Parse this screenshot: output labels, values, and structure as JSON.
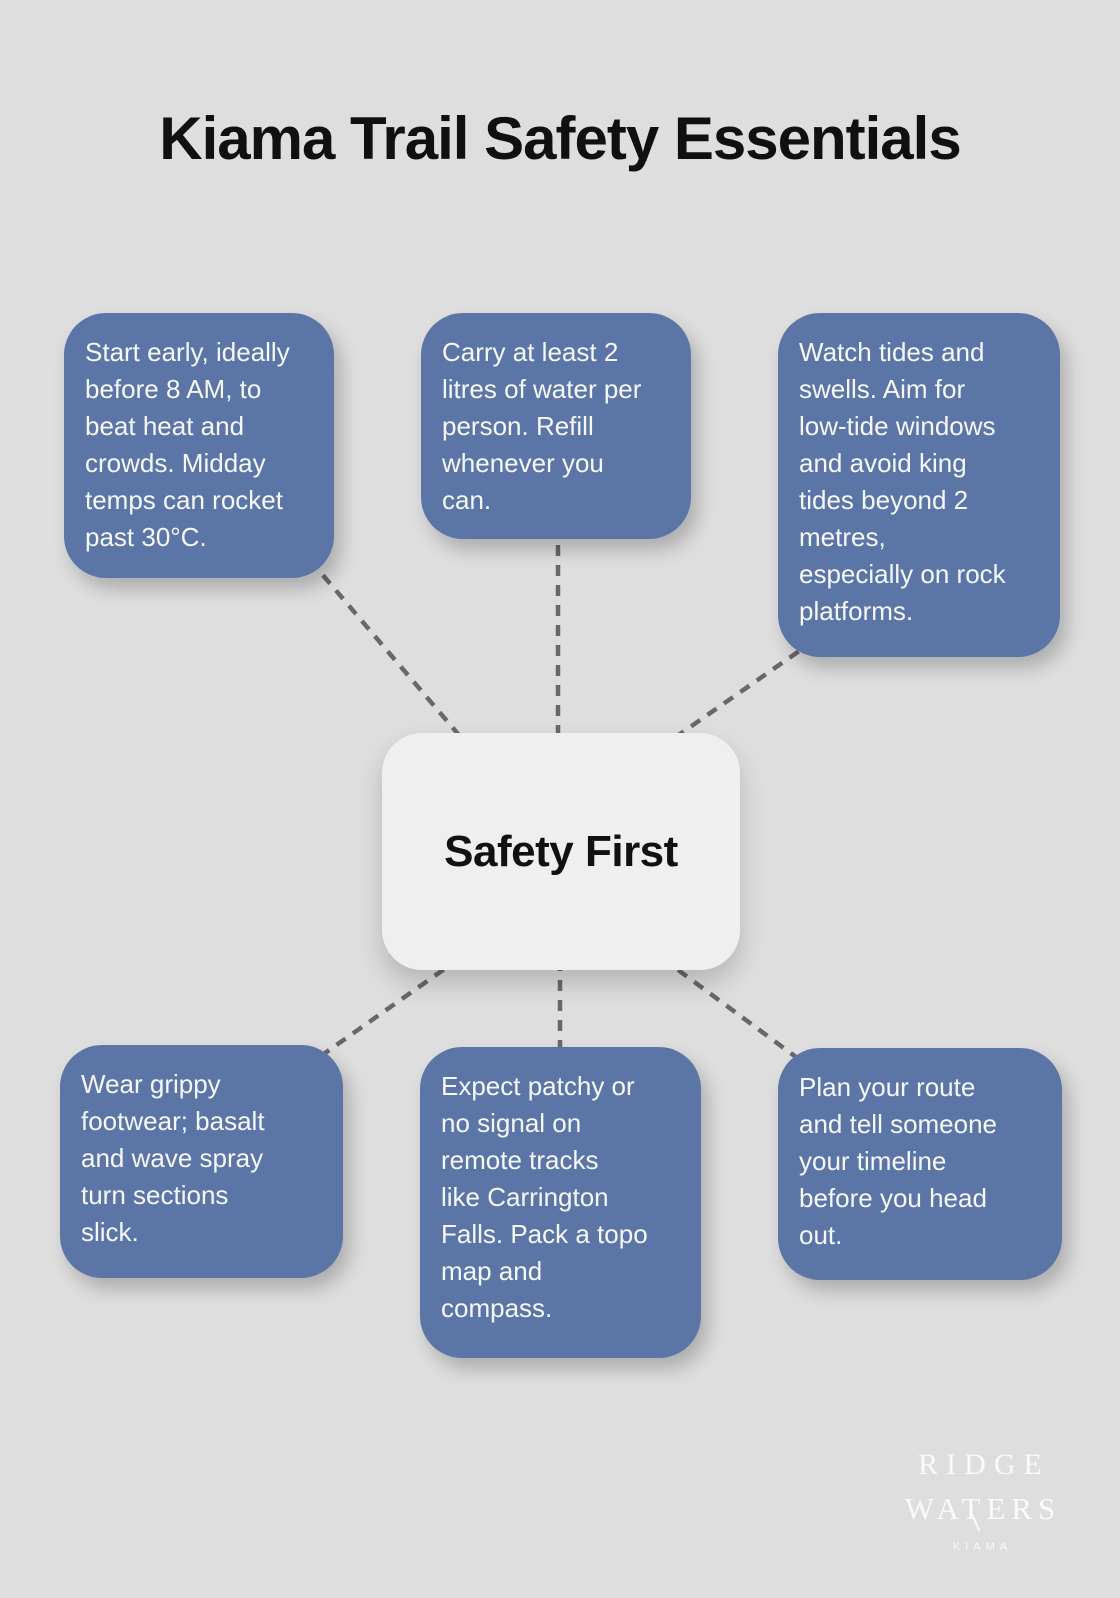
{
  "title": "Kiama Trail Safety Essentials",
  "center": {
    "label": "Safety First"
  },
  "nodes": [
    {
      "id": "start-early",
      "text": "Start early, ideally\nbefore 8 AM, to\nbeat heat and\ncrowds. Midday\ntemps can rocket\npast 30°C."
    },
    {
      "id": "carry-water",
      "text": "Carry at least 2\nlitres of water per\nperson. Refill\nwhenever you\ncan."
    },
    {
      "id": "watch-tides",
      "text": "Watch tides and\nswells. Aim for\nlow-tide windows\nand avoid king\ntides beyond 2\nmetres,\nespecially on rock\nplatforms."
    },
    {
      "id": "grippy-footwear",
      "text": "Wear grippy\nfootwear; basalt\nand wave spray\nturn sections\nslick."
    },
    {
      "id": "patchy-signal",
      "text": "Expect patchy or\nno signal on\nremote tracks\nlike Carrington\nFalls. Pack a topo\nmap and\ncompass."
    },
    {
      "id": "plan-route",
      "text": "Plan your route\nand tell someone\nyour timeline\nbefore you head\nout."
    }
  ],
  "logo": {
    "line1": "RIDGE",
    "line2": "WATERS",
    "line3": "KIAMA"
  },
  "colors": {
    "background": "#dedede",
    "node_fill": "#5b76a6",
    "node_text": "#f6f7f8",
    "center_fill": "#efeff0",
    "center_text": "#111111",
    "title_text": "#101010",
    "connector": "#66696c",
    "logo_color": "#ffffff"
  }
}
